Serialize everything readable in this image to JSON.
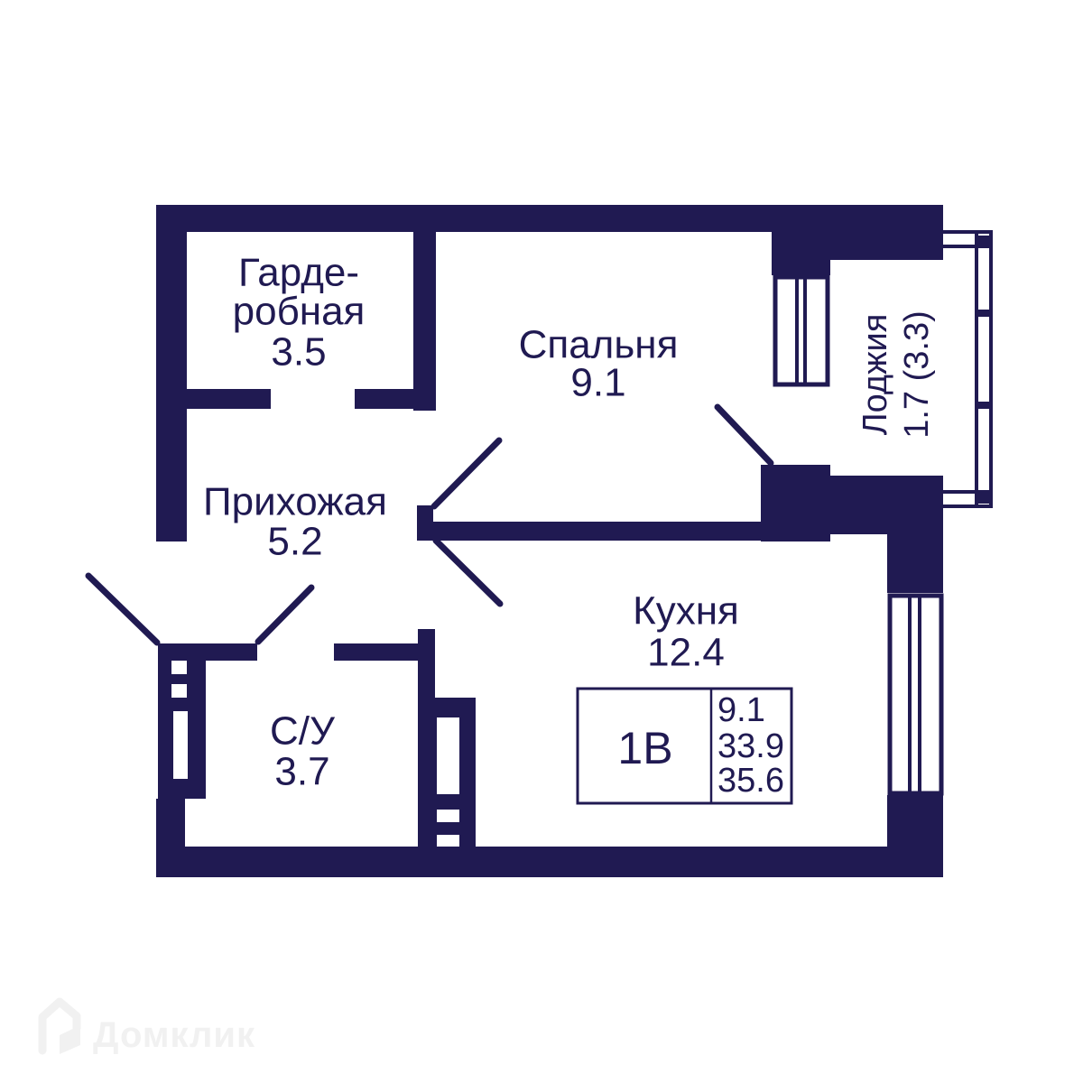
{
  "colors": {
    "wall": "#201a52",
    "background": "#ffffff",
    "watermark": "#f1f1f1"
  },
  "rooms": {
    "wardrobe": {
      "name_line1": "Гарде-",
      "name_line2": "робная",
      "area": "3.5"
    },
    "bedroom": {
      "name": "Спальня",
      "area": "9.1"
    },
    "hallway": {
      "name": "Прихожая",
      "area": "5.2"
    },
    "kitchen": {
      "name": "Кухня",
      "area": "12.4"
    },
    "bathroom": {
      "name": "С/У",
      "area": "3.7"
    },
    "loggia": {
      "name": "Лоджия",
      "area": "1.7 (3.3)"
    }
  },
  "info_box": {
    "unit": "1В",
    "values": [
      "9.1",
      "33.9",
      "35.6"
    ]
  },
  "watermark": {
    "brand": "Домклик"
  }
}
